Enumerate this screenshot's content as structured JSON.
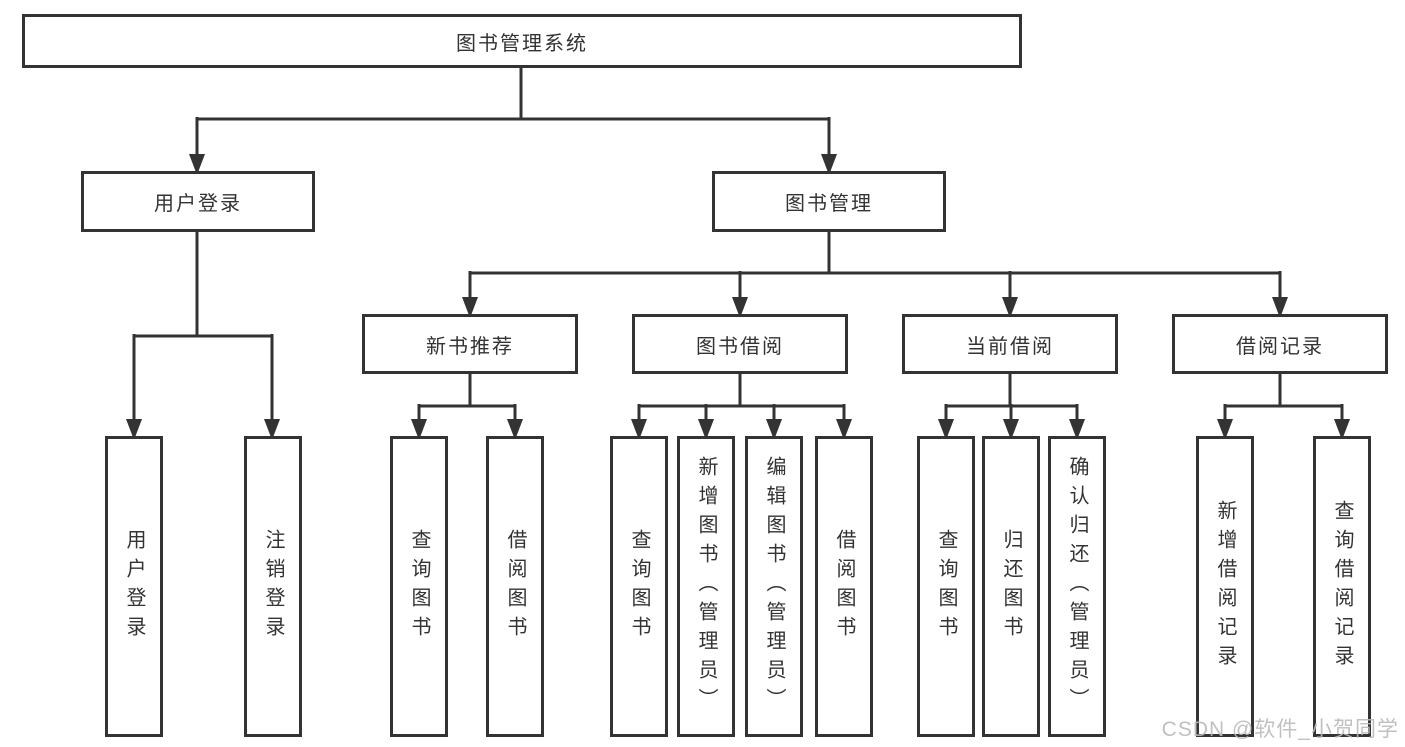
{
  "diagram": {
    "root": {
      "label": "图书管理系统"
    },
    "user_login": {
      "label": "用户登录",
      "children": [
        "用户登录",
        "注销登录"
      ]
    },
    "book_mgmt": {
      "label": "图书管理",
      "sections": [
        {
          "label": "新书推荐",
          "children": [
            "查询图书",
            "借阅图书"
          ]
        },
        {
          "label": "图书借阅",
          "children": [
            "查询图书",
            "新增图书（管理员）",
            "编辑图书（管理员）",
            "借阅图书"
          ]
        },
        {
          "label": "当前借阅",
          "children": [
            "查询图书",
            "归还图书",
            "确认归还（管理员）"
          ]
        },
        {
          "label": "借阅记录",
          "children": [
            "新增借阅记录",
            "查询借阅记录"
          ]
        }
      ]
    }
  },
  "watermark": {
    "text": "CSDN @软件_小贺同学"
  },
  "colors": {
    "line": "#333333",
    "box_border": "#333333",
    "text": "#333333",
    "background": "#ffffff",
    "watermark": "#b9b9b9"
  }
}
